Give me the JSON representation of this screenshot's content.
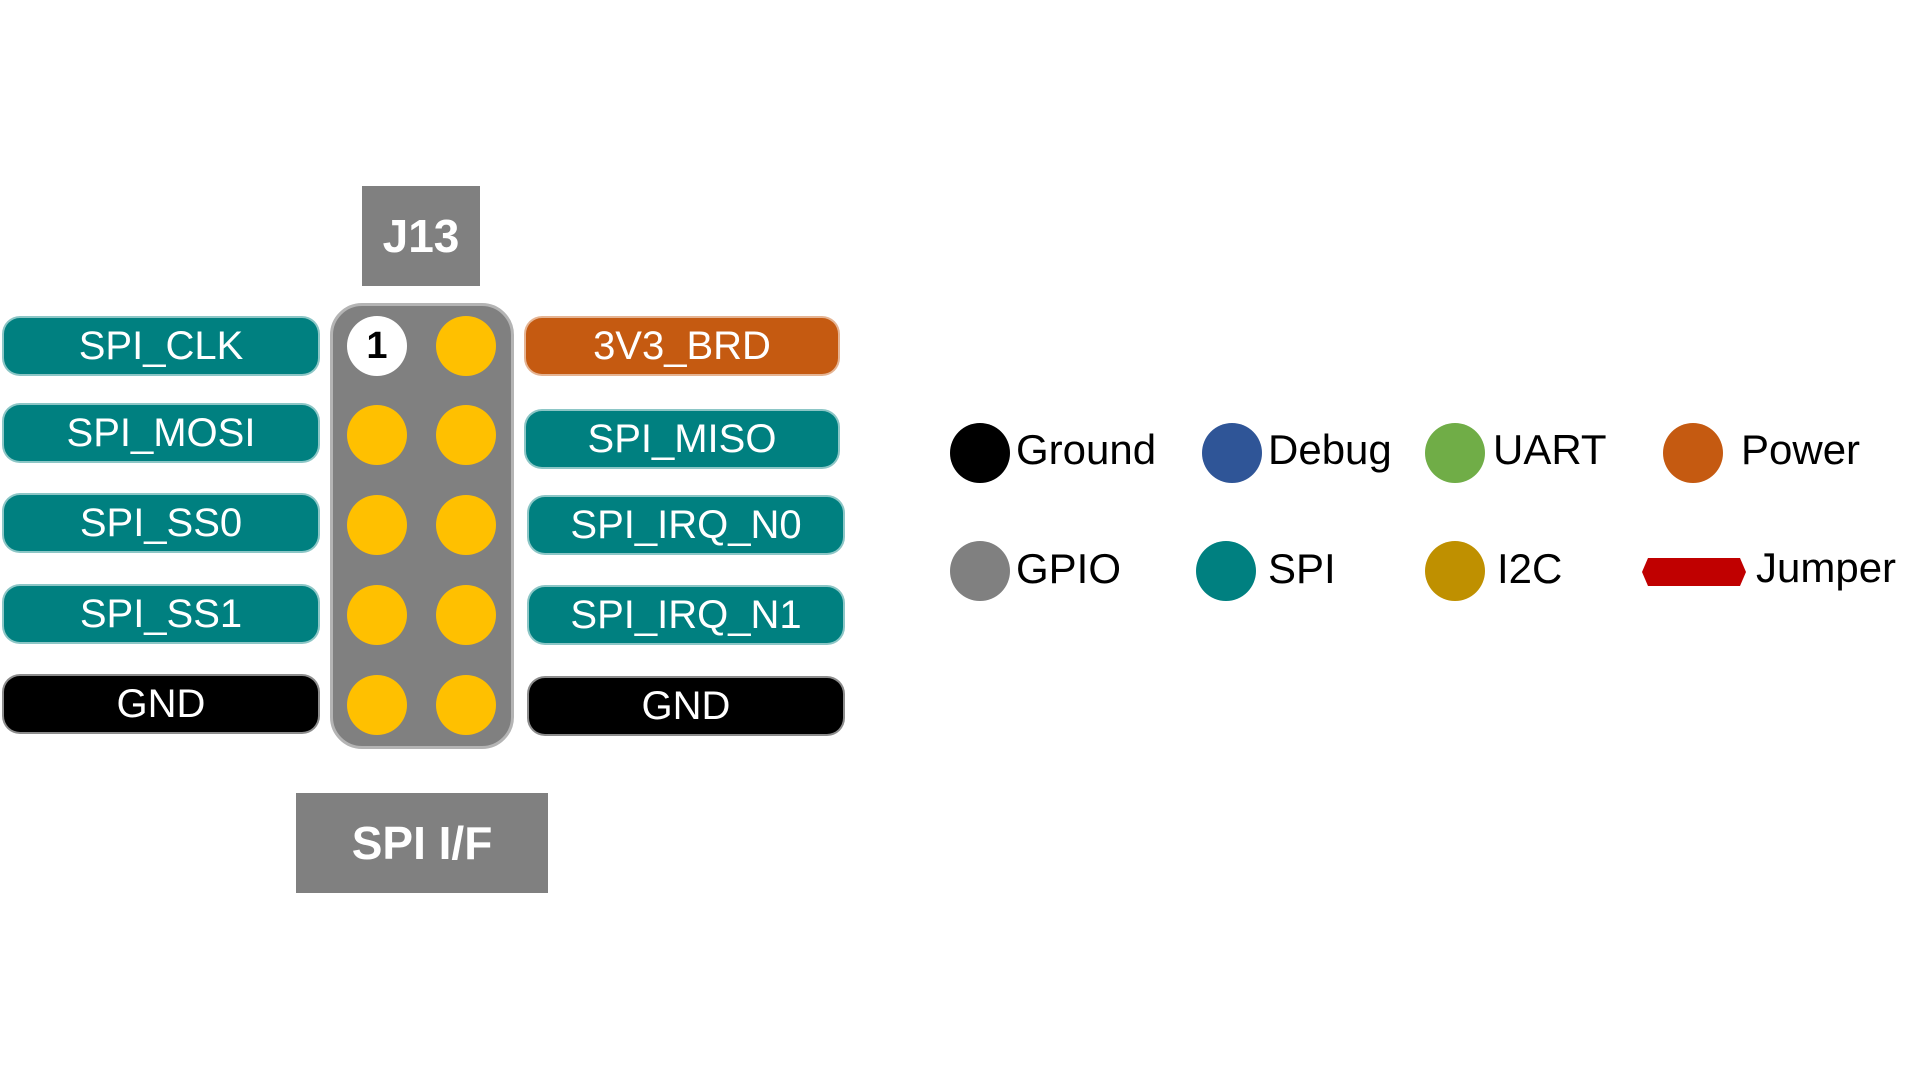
{
  "connector": {
    "title": "J13",
    "caption": "SPI I/F",
    "pin_one_label": "1"
  },
  "left_signals": [
    {
      "label": "SPI_CLK",
      "type": "spi"
    },
    {
      "label": "SPI_MOSI",
      "type": "spi"
    },
    {
      "label": "SPI_SS0",
      "type": "spi"
    },
    {
      "label": "SPI_SS1",
      "type": "spi"
    },
    {
      "label": "GND",
      "type": "ground"
    }
  ],
  "right_signals": [
    {
      "label": "3V3_BRD",
      "type": "power"
    },
    {
      "label": "SPI_MISO",
      "type": "spi"
    },
    {
      "label": "SPI_IRQ_N0",
      "type": "spi"
    },
    {
      "label": "SPI_IRQ_N1",
      "type": "spi"
    },
    {
      "label": "GND",
      "type": "ground"
    }
  ],
  "legend": [
    {
      "label": "Ground",
      "color": "#000000"
    },
    {
      "label": "Debug",
      "color": "#2f5597"
    },
    {
      "label": "UART",
      "color": "#70ad47"
    },
    {
      "label": "Power",
      "color": "#c55a11"
    },
    {
      "label": "GPIO",
      "color": "#808080"
    },
    {
      "label": "SPI",
      "color": "#008080"
    },
    {
      "label": "I2C",
      "color": "#bf9000"
    },
    {
      "label": "Jumper",
      "color": "#c00000"
    }
  ],
  "colors": {
    "pin": "#ffc000",
    "header": "#808080",
    "spi": "#008080",
    "power": "#c55a11",
    "ground": "#000000"
  }
}
